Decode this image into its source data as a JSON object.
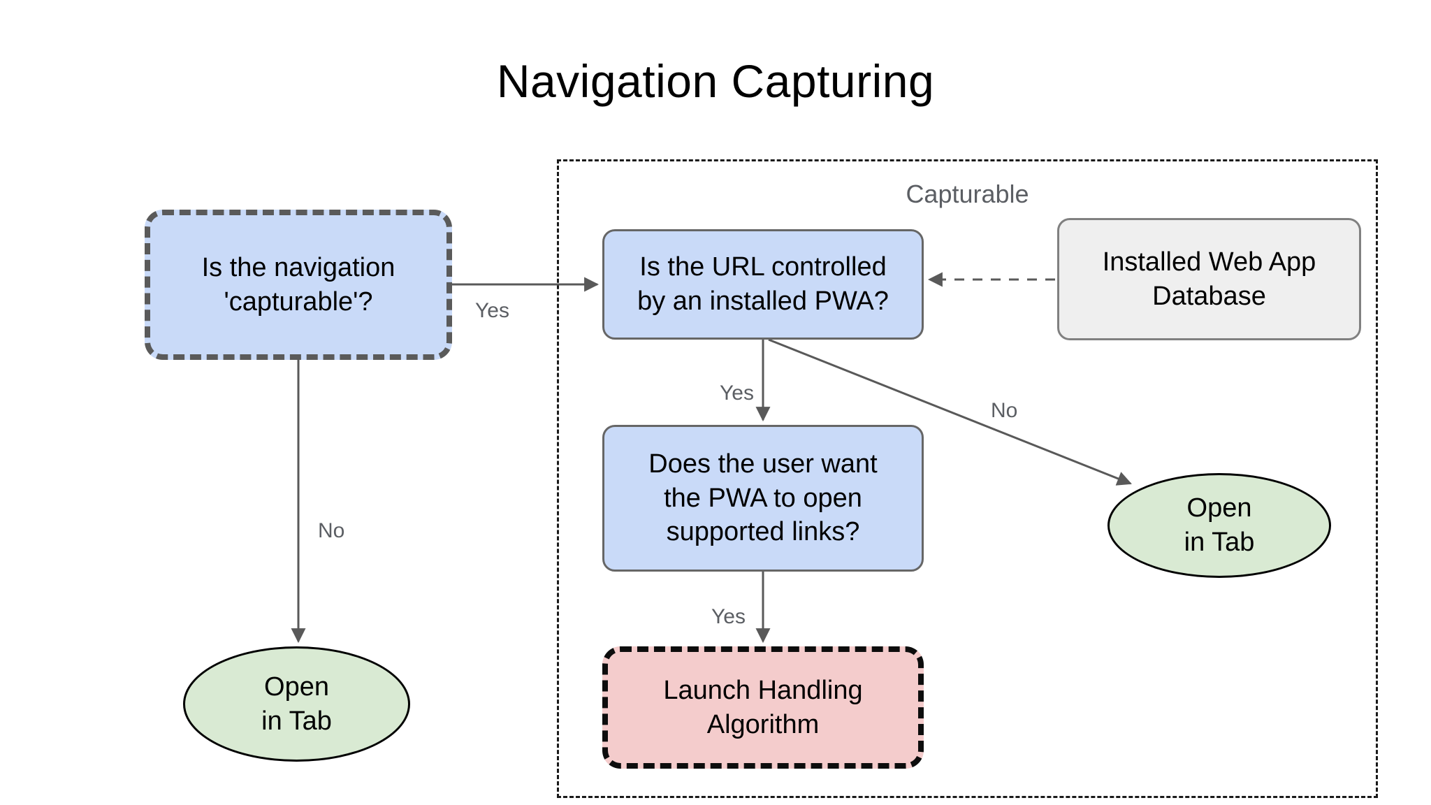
{
  "page": {
    "title": "Navigation Capturing",
    "background_color": "#ffffff"
  },
  "group": {
    "label": "Capturable",
    "border_style": "dashed",
    "border_color": "#1a1a1a"
  },
  "nodes": {
    "is_capturable": {
      "label": "Is the navigation\n'capturable'?",
      "shape": "rounded-rect",
      "fill": "#c9daf8",
      "stroke": "#5a5a5a",
      "stroke_style": "dashed"
    },
    "url_controlled": {
      "label": "Is the URL controlled\nby an installed PWA?",
      "shape": "rounded-rect",
      "fill": "#c9daf8",
      "stroke": "#666666",
      "stroke_style": "solid"
    },
    "app_db": {
      "label": "Installed Web App\nDatabase",
      "shape": "rounded-rect",
      "fill": "#efefef",
      "stroke": "#808080",
      "stroke_style": "solid"
    },
    "user_want": {
      "label": "Does the user want\nthe PWA to open\nsupported links?",
      "shape": "rounded-rect",
      "fill": "#c9daf8",
      "stroke": "#666666",
      "stroke_style": "solid"
    },
    "launch_handling": {
      "label": "Launch Handling\nAlgorithm",
      "shape": "rounded-rect",
      "fill": "#f4cccc",
      "stroke": "#0d0d0d",
      "stroke_style": "dashed"
    },
    "open_tab_left": {
      "label": "Open\nin Tab",
      "shape": "ellipse",
      "fill": "#d9ead3",
      "stroke": "#000000",
      "stroke_style": "solid"
    },
    "open_tab_right": {
      "label": "Open\nin Tab",
      "shape": "ellipse",
      "fill": "#d9ead3",
      "stroke": "#000000",
      "stroke_style": "solid"
    }
  },
  "edges": [
    {
      "id": "e1",
      "from": "is_capturable",
      "to": "url_controlled",
      "label": "Yes",
      "style": "solid"
    },
    {
      "id": "e2",
      "from": "is_capturable",
      "to": "open_tab_left",
      "label": "No",
      "style": "solid"
    },
    {
      "id": "e3",
      "from": "url_controlled",
      "to": "user_want",
      "label": "Yes",
      "style": "solid"
    },
    {
      "id": "e4",
      "from": "url_controlled",
      "to": "open_tab_right",
      "label": "No",
      "style": "solid"
    },
    {
      "id": "e5",
      "from": "user_want",
      "to": "launch_handling",
      "label": "Yes",
      "style": "solid"
    },
    {
      "id": "e6",
      "from": "app_db",
      "to": "url_controlled",
      "label": "",
      "style": "dashed"
    }
  ],
  "edge_labels": {
    "yes_capturable": "Yes",
    "no_capturable": "No",
    "yes_url_controlled": "Yes",
    "no_url_controlled": "No",
    "yes_user_want": "Yes"
  },
  "colors": {
    "edge_stroke": "#595959",
    "label_text": "#5b5e63",
    "node_text": "#000000"
  }
}
